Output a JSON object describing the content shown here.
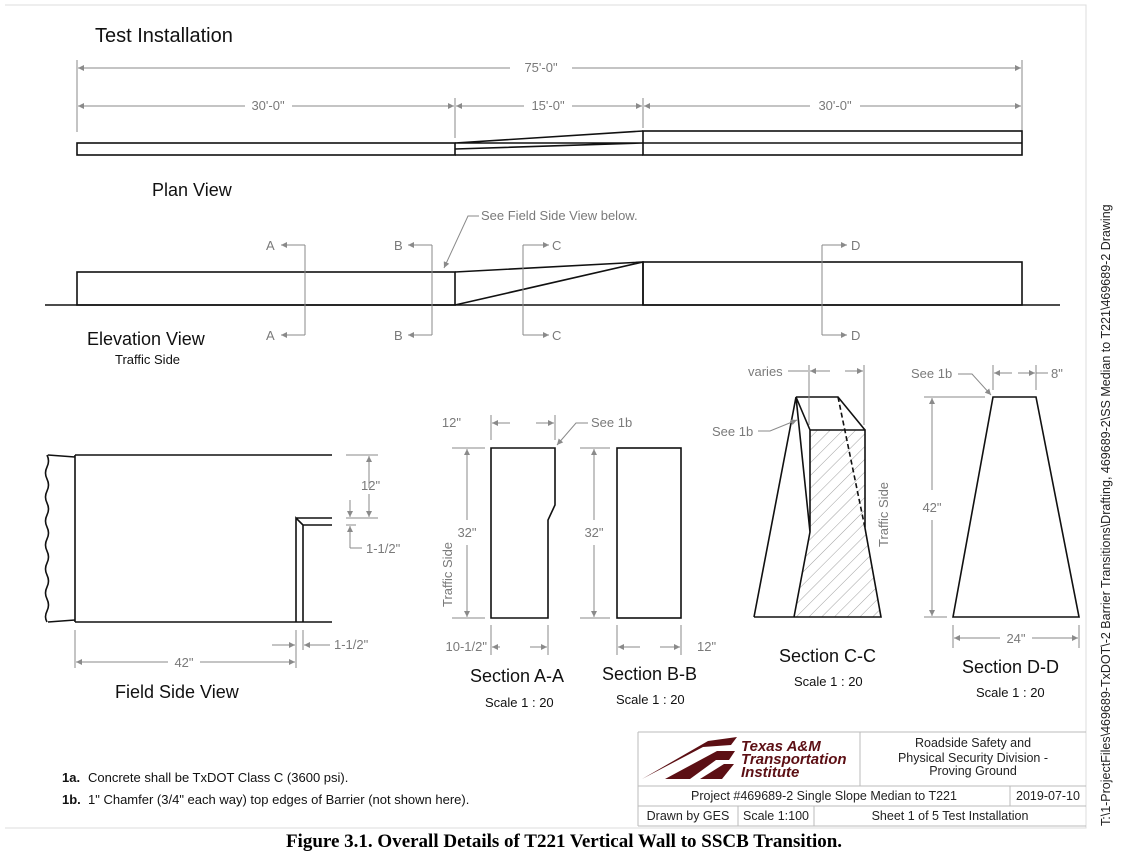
{
  "title": "Test Installation",
  "plan": {
    "label": "Plan View",
    "dims": {
      "overall": "75'-0\"",
      "left": "30'-0\"",
      "middle": "15'-0\"",
      "right": "30'-0\""
    }
  },
  "elevation": {
    "label": "Elevation View",
    "sublabel": "Traffic Side",
    "note": "See Field Side View below.",
    "cuts": {
      "a": "A",
      "b": "B",
      "c": "C",
      "d": "D"
    }
  },
  "field_side": {
    "label": "Field Side View",
    "dims": {
      "height": "12\"",
      "gap_v": "1-1/2\"",
      "width": "42\"",
      "gap_h": "1-1/2\""
    }
  },
  "sections": [
    {
      "title": "Section A-A",
      "scale": "Scale 1 : 20",
      "dims": {
        "top": "12\"",
        "height": "32\"",
        "bottom": "10-1/2\""
      },
      "note": "See 1b",
      "side": "Traffic Side"
    },
    {
      "title": "Section B-B",
      "scale": "Scale 1 : 20",
      "dims": {
        "height": "32\"",
        "bottom": "12\""
      }
    },
    {
      "title": "Section C-C",
      "scale": "Scale 1 : 20",
      "dims": {
        "top": "varies"
      },
      "note": "See 1b",
      "side": "Traffic Side"
    },
    {
      "title": "Section D-D",
      "scale": "Scale 1 : 20",
      "dims": {
        "top": "8\"",
        "height": "42\"",
        "bottom": "24\""
      },
      "note": "See 1b"
    }
  ],
  "notes": [
    {
      "id": "1a.",
      "text": "Concrete shall be TxDOT Class C (3600 psi)."
    },
    {
      "id": "1b.",
      "text": "1\" Chamfer (3/4\" each way) top edges of Barrier (not shown here)."
    }
  ],
  "title_block": {
    "logo_lines": [
      "Texas A&M",
      "Transportation",
      "Institute"
    ],
    "division": [
      "Roadside Safety and",
      "Physical Security Division -",
      "Proving Ground"
    ],
    "project": "Project #469689-2  Single Slope Median to T221",
    "date": "2019-07-10",
    "drawn_by": "Drawn by GES",
    "scale": "Scale 1:100",
    "sheet": "Sheet 1 of 5  Test Installation",
    "logo_color": "#5c0f14"
  },
  "file_path": "T:\\1-ProjectFiles\\469689-TxDOT\\-2 Barrier Transitions\\Drafting, 469689-2\\SS Median to T221\\469689-2 Drawing",
  "caption": "Figure 3.1. Overall Details of T221 Vertical Wall to SSCB Transition."
}
